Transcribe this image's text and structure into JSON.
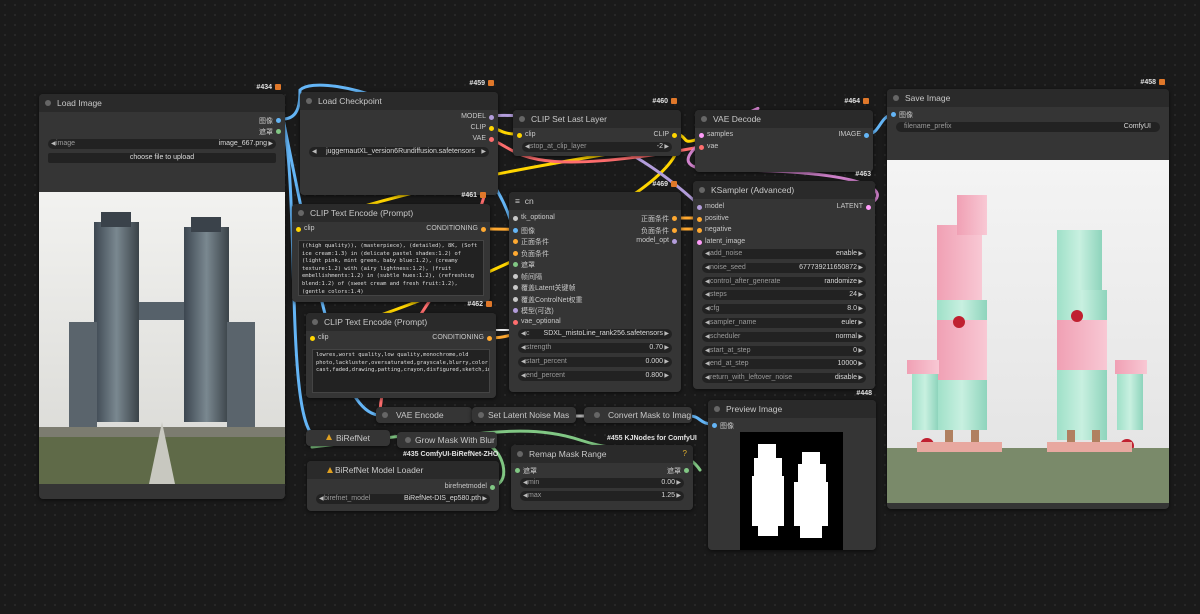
{
  "nodes": {
    "load_image": {
      "title": "Load Image",
      "id": "#434",
      "out1": "图像",
      "out2": "遮罩",
      "image_label": "image",
      "image_value": "image_667.png",
      "upload": "choose file to upload"
    },
    "load_checkpoint": {
      "title": "Load Checkpoint",
      "id": "#459",
      "out_model": "MODEL",
      "out_clip": "CLIP",
      "out_vae": "VAE",
      "ckpt_value": "juggernautXL_version6Rundiffusion.safetensors"
    },
    "clip_set_last": {
      "title": "CLIP Set Last Layer",
      "id": "#460",
      "in_clip": "clip",
      "out_clip": "CLIP",
      "w_label": "stop_at_clip_layer",
      "w_value": "-2"
    },
    "vae_decode": {
      "title": "VAE Decode",
      "id": "#464",
      "in_samples": "samples",
      "in_vae": "vae",
      "out_image": "IMAGE"
    },
    "save_image": {
      "title": "Save Image",
      "id": "#458",
      "in_image": "图像",
      "w_label": "filename_prefix",
      "w_value": "ComfyUI"
    },
    "clip_text_pos": {
      "title": "CLIP Text Encode (Prompt)",
      "id": "#461",
      "in_clip": "clip",
      "out": "CONDITIONING",
      "text": "((high quality)), (masterpiece), (detailed), 8K, (Soft ice cream:1.3) in (delicate pastel shades:1.2) of (light pink, mint green, baby blue:1.2), (creamy texture:1.2) with (airy lightness:1.2), (fruit embellishments:1.2) in (subtle hues:1.2), (refreshing blend:1.2) of (sweet cream and fresh fruit:1.2), (gentle colors:1.4)"
    },
    "clip_text_neg": {
      "title": "CLIP Text Encode (Prompt)",
      "id": "#462",
      "in_clip": "clip",
      "out": "CONDITIONING",
      "text": "lowres,worst quality,low quality,monochrome,old photo,lackluster,oversaturated,grayscale,blurry,color cast,faded,drawing,patting,crayon,disfigured,sketch,impressionist,text,signature,watermark,username,deformed,ugly,nsfw,"
    },
    "cn": {
      "title": "cn",
      "id": "#469",
      "inputs": [
        "tk_optional",
        "图像",
        "正面条件",
        "负面条件",
        "遮罩",
        "帧间隔",
        "覆盖Latent关键帧",
        "覆盖ControlNet权重",
        "模型(可选)",
        "vae_optional"
      ],
      "outputs": [
        "正面条件",
        "负面条件",
        "model_opt"
      ],
      "widgets": [
        {
          "label": "c",
          "value": "SDXL_mistoLine_rank256.safetensors"
        },
        {
          "label": "strength",
          "value": "0.70"
        },
        {
          "label": "start_percent",
          "value": "0.000"
        },
        {
          "label": "end_percent",
          "value": "0.800"
        }
      ]
    },
    "ksampler": {
      "title": "KSampler (Advanced)",
      "id": "#463",
      "inputs": [
        "model",
        "positive",
        "negative",
        "latent_image"
      ],
      "output": "LATENT",
      "widgets": [
        {
          "label": "add_noise",
          "value": "enable"
        },
        {
          "label": "noise_seed",
          "value": "677739211650872"
        },
        {
          "label": "control_after_generate",
          "value": "randomize"
        },
        {
          "label": "steps",
          "value": "24"
        },
        {
          "label": "cfg",
          "value": "8.0"
        },
        {
          "label": "sampler_name",
          "value": "euler"
        },
        {
          "label": "scheduler",
          "value": "normal"
        },
        {
          "label": "start_at_step",
          "value": "0"
        },
        {
          "label": "end_at_step",
          "value": "10000"
        },
        {
          "label": "return_with_leftover_noise",
          "value": "disable"
        }
      ]
    },
    "vae_encode": {
      "title": "VAE Encode"
    },
    "set_latent": {
      "title": "Set Latent Noise Mas"
    },
    "convert_mask": {
      "title": "Convert Mask to Imag"
    },
    "birefnet": {
      "title": "BiRefNet"
    },
    "grow_mask": {
      "title": "Grow Mask With Blur"
    },
    "group1": {
      "label": "#435 ComfyUI-BiRefNet-ZHO"
    },
    "group2": {
      "label": "#455 KJNodes for ComfyUI"
    },
    "birefnet_loader": {
      "title": "BiRefNet Model Loader",
      "out": "birefnetmodel",
      "w_label": "birefnet_model",
      "w_value": "BiRefNet-DIS_ep580.pth"
    },
    "remap_mask": {
      "title": "Remap Mask Range",
      "in": "遮罩",
      "out": "遮罩",
      "badge": "?",
      "widgets": [
        {
          "label": "min",
          "value": "0.00"
        },
        {
          "label": "max",
          "value": "1.25"
        }
      ]
    },
    "preview_image": {
      "title": "Preview Image",
      "id": "#448",
      "in": "图像"
    }
  },
  "colors": {
    "clip": "#ffd500",
    "model": "#b39ddb",
    "vae": "#ff6e6e",
    "image": "#64b5f6",
    "mask": "#81c784",
    "latent": "#ff9cf9",
    "conditioning": "#ffa931"
  }
}
